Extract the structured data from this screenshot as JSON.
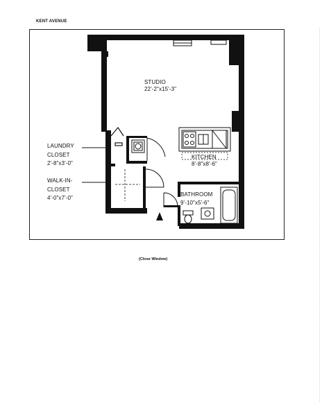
{
  "header": {
    "street": "KENT AVENUE"
  },
  "plan": {
    "studio": {
      "name": "STUDIO",
      "dims": "22'-2\"x15'-3\""
    },
    "laundry": {
      "name_line1": "LAUNDRY",
      "name_line2": "CLOSET",
      "dims": "2'-8\"x3'-0\""
    },
    "walkin": {
      "name_line1": "WALK-IN-",
      "name_line2": "CLOSET",
      "dims": "4'-0\"x7'-0\""
    },
    "kitchen": {
      "name": "KITCHEN",
      "dims": "8'-8\"x8'-6\""
    },
    "bathroom": {
      "name": "BATHROOM",
      "dims": "9'-10\"x5'-6\""
    },
    "wall_color": "#111111"
  },
  "footer": {
    "close_link": "(Close Window)"
  }
}
